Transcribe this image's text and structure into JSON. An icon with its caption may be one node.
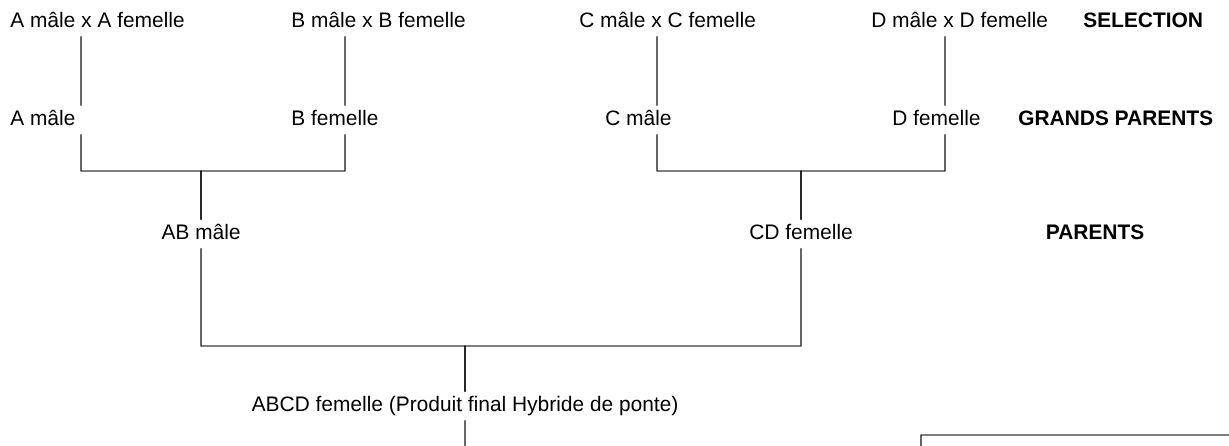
{
  "diagram": {
    "nodes": [
      {
        "text": [
          "A mâle x A femelle"
        ]
      },
      {
        "text": [
          "B mâle x B femelle"
        ]
      },
      {
        "text": [
          "C mâle x C femelle"
        ]
      },
      {
        "text": [
          "D mâle x D femelle"
        ]
      },
      {
        "text": [
          "A mâle"
        ]
      },
      {
        "text": [
          "B femelle"
        ]
      },
      {
        "text": [
          "C mâle"
        ]
      },
      {
        "text": [
          "D femelle"
        ]
      },
      {
        "text": [
          "AB mâle"
        ]
      },
      {
        "text": [
          "CD femelle"
        ]
      },
      {
        "text": [
          "ABCD femelle (Produit final Hybride de ponte)"
        ]
      }
    ],
    "edges": [
      {
        "from": 0,
        "to": 4,
        "arrow": "none"
      },
      {
        "from": 1,
        "to": 5,
        "arrow": "none"
      },
      {
        "from": 2,
        "to": 6,
        "arrow": "none"
      },
      {
        "from": 3,
        "to": 7,
        "arrow": "none"
      },
      {
        "from": 4,
        "to": 8,
        "arrow": "none"
      },
      {
        "from": 5,
        "to": 8,
        "arrow": "none"
      },
      {
        "from": 6,
        "to": 9,
        "arrow": "none"
      },
      {
        "from": 7,
        "to": 9,
        "arrow": "none"
      },
      {
        "from": 8,
        "to": 10,
        "arrow": "none"
      },
      {
        "from": 9,
        "to": 10,
        "arrow": "none"
      },
      {
        "from": 10,
        "to": null,
        "arrow": "none"
      }
    ],
    "labels": [
      "SELECTION",
      "GRANDS PARENTS",
      "PARENTS"
    ]
  }
}
